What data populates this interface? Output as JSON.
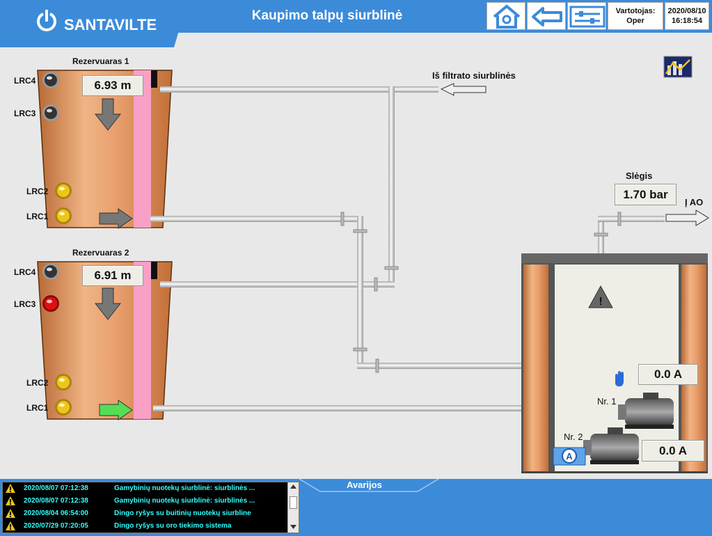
{
  "header": {
    "brand": "SANTAVILTE",
    "title": "Kaupimo talpų siurblinė",
    "user_label": "Vartotojas:",
    "user_name": "Oper",
    "date": "2020/08/10",
    "time": "16:18:54",
    "buttons": [
      "home-icon",
      "back-arrow-icon",
      "settings-sliders-icon"
    ]
  },
  "reservoir1": {
    "title": "Rezervuaras 1",
    "level": "6.93 m",
    "sensors": [
      "LRC4",
      "LRC3",
      "LRC2",
      "LRC1"
    ]
  },
  "reservoir2": {
    "title": "Rezervuaras 2",
    "level": "6.91 m",
    "sensors": [
      "LRC4",
      "LRC3",
      "LRC2",
      "LRC1"
    ]
  },
  "inlet": {
    "label": "Iš filtrato siurblinės"
  },
  "pressure": {
    "label": "Slėgis",
    "value": "1.70 bar",
    "outlet_label": "Į AO"
  },
  "pumps": [
    {
      "label": "Nr. 1",
      "current": "0.0 A",
      "mode": "hand-icon"
    },
    {
      "label": "Nr. 2",
      "current": "0.0 A",
      "mode": "auto-A-icon"
    }
  ],
  "alarms": {
    "title": "Avarijos",
    "rows": [
      {
        "time": "2020/08/07 07:12:38",
        "text": "Gamybinių nuotekų siurblinė: siurblinės ..."
      },
      {
        "time": "2020/08/07 07:12:38",
        "text": "Gamybinių nuotekų siurblinė: siurblinės ..."
      },
      {
        "time": "2020/08/04 06:54:00",
        "text": "Dingo ryšys su buitinių nuotekų siurbline"
      },
      {
        "time": "2020/07/29 07:20:05",
        "text": "Dingo ryšys su oro tiekimo sistema"
      }
    ]
  },
  "colors": {
    "header_blue": "#3c8bd9",
    "tank_copper": "#c97a42",
    "tank_fill_pink": "#f9a0c6",
    "lamp_yellow": "#f0c419",
    "lamp_red": "#e01010",
    "lamp_off": "#333333",
    "pipe": "#d8d8d8",
    "alarm_text": "#33ffff",
    "arrow_green": "#44cc44"
  }
}
